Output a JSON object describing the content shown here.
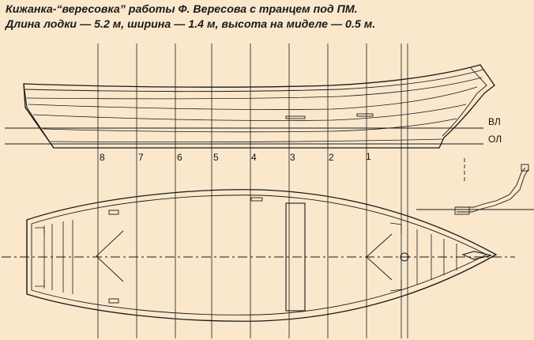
{
  "caption": {
    "line1": "Кижанка-“вересовка” работы Ф. Вересова с транцем под ПМ.",
    "line2": "Длина лодки — 5.2 м, ширина — 1.4 м, высота на миделе — 0.5 м."
  },
  "waterlines": {
    "vl": "ВЛ",
    "ol": "ОЛ"
  },
  "stations": [
    "8",
    "7",
    "6",
    "5",
    "4",
    "3",
    "2",
    "1"
  ],
  "colors": {
    "background": "#fbe8cc",
    "ink": "#1a1a1a"
  }
}
